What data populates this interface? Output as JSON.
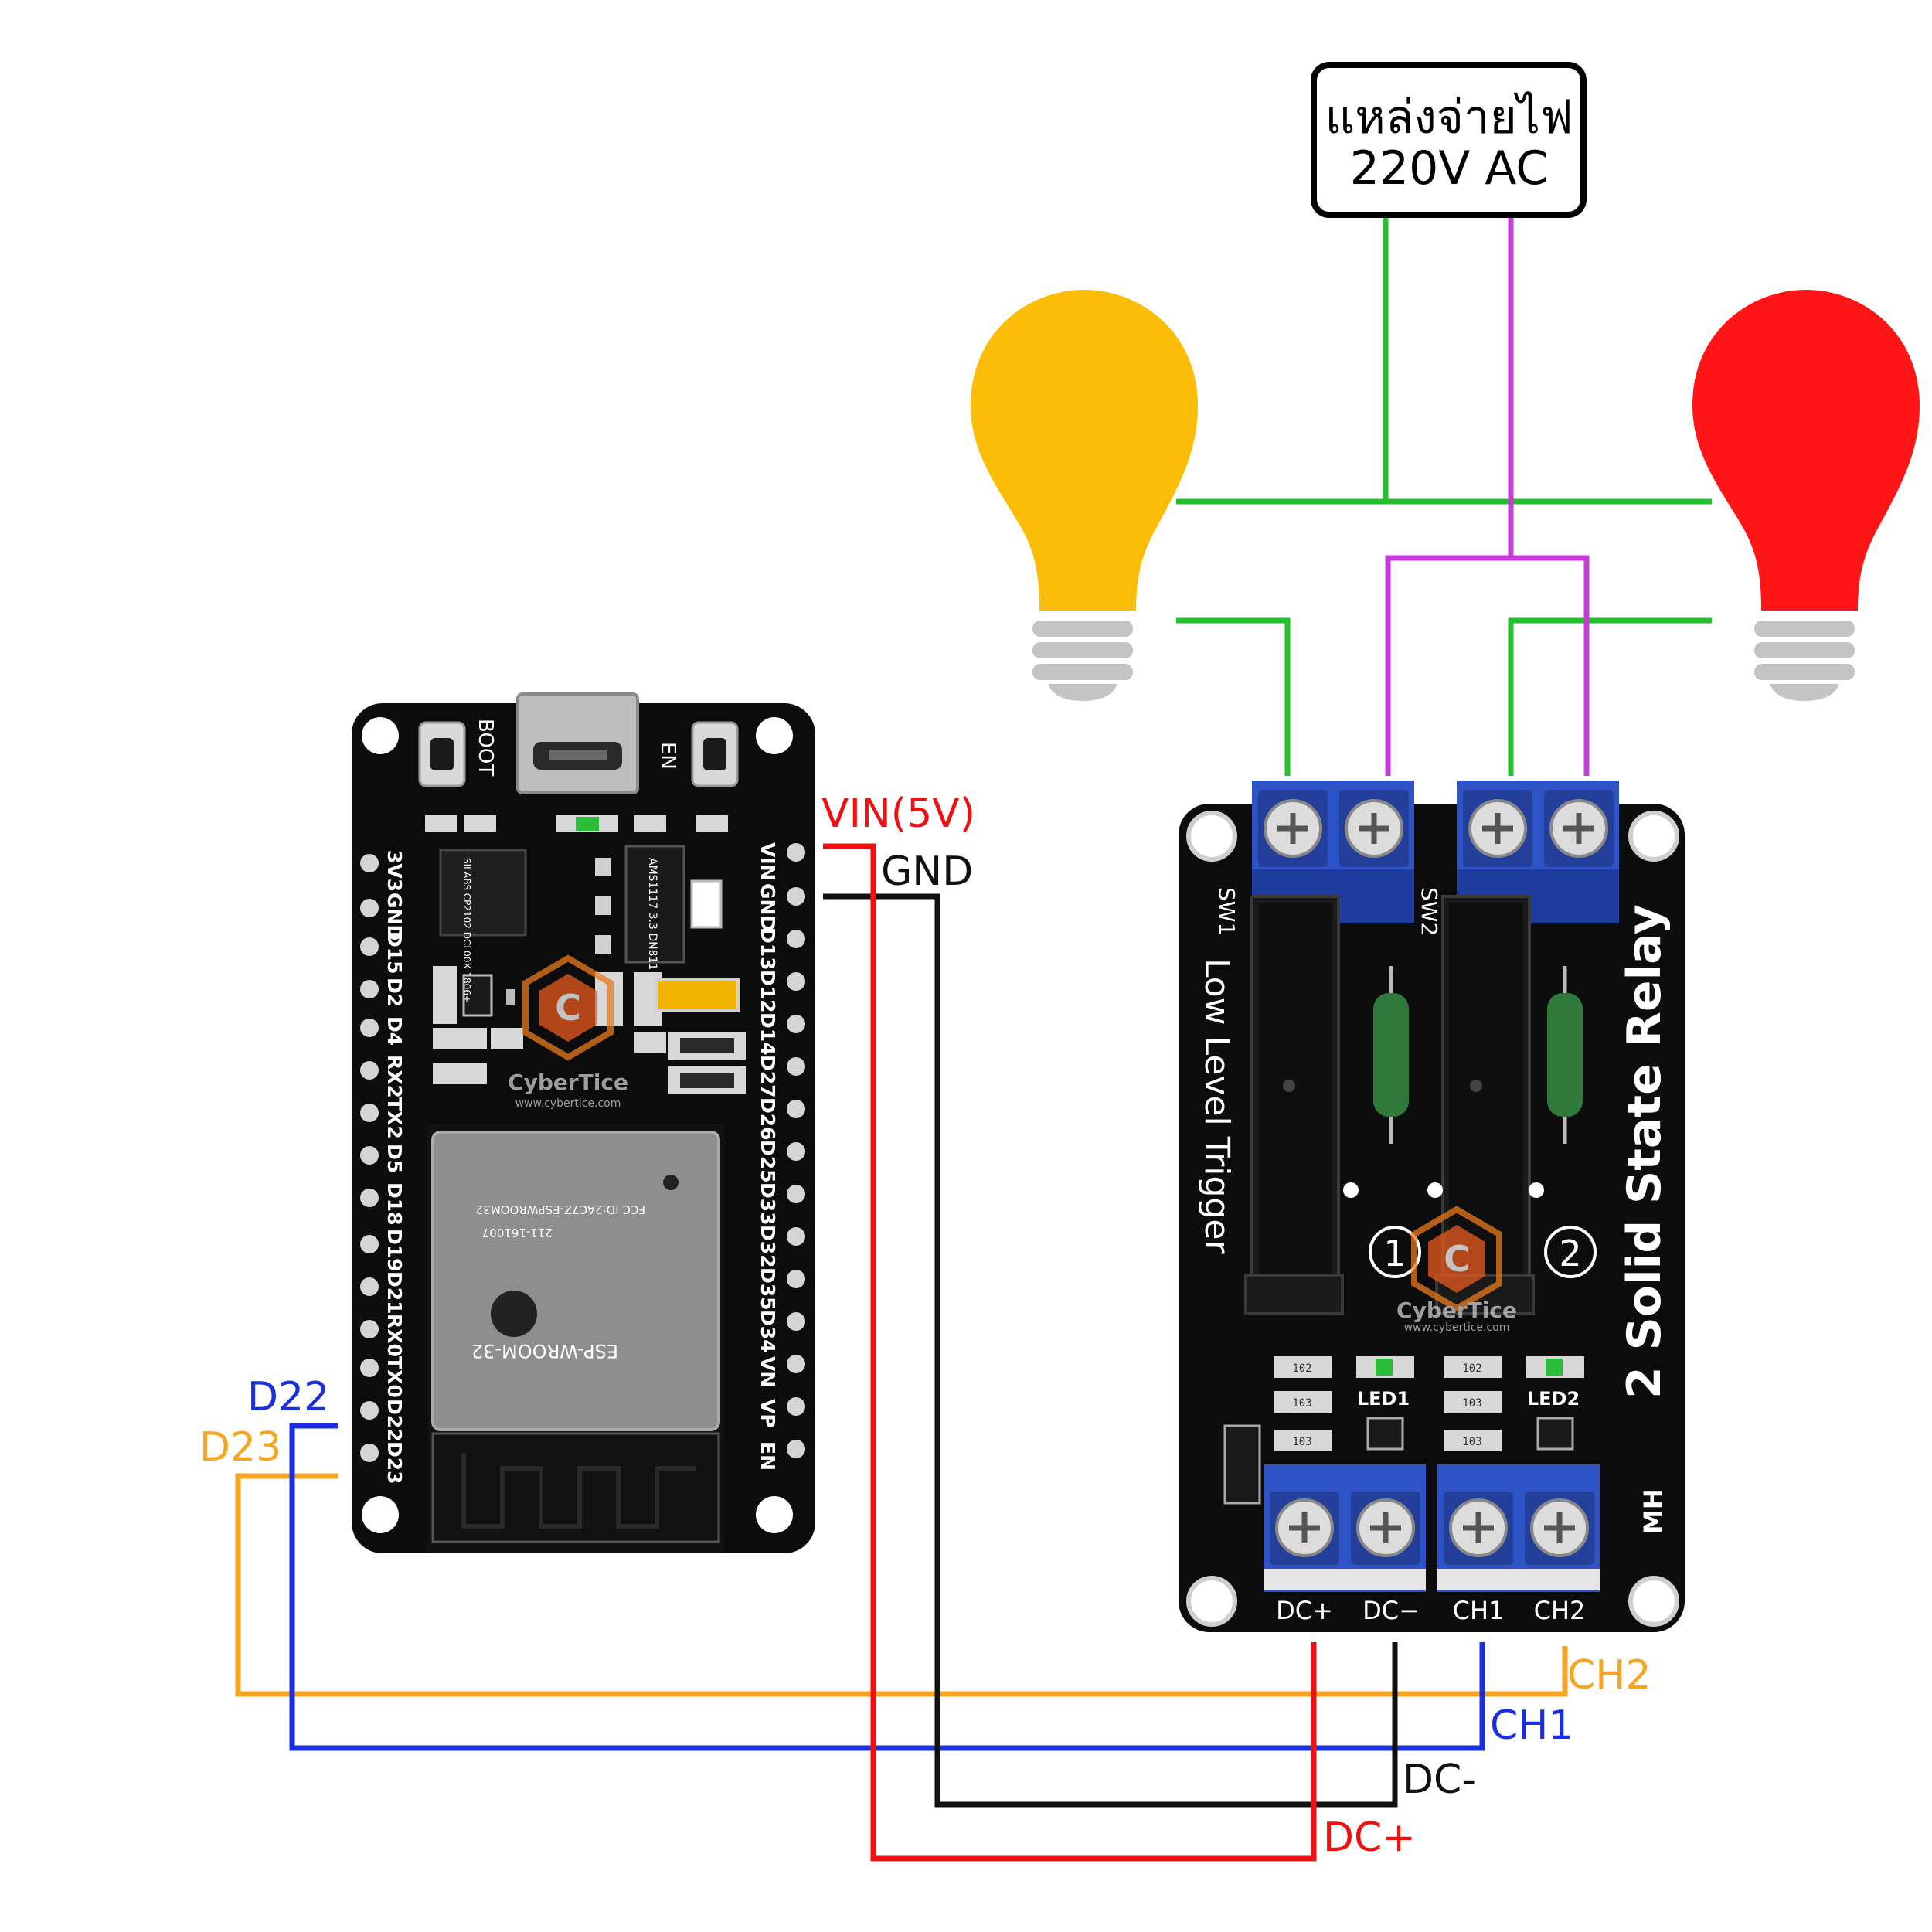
{
  "power_box": {
    "line1": "แหล่งจ่ายไฟ",
    "line2": "220V AC"
  },
  "esp32": {
    "boot_label": "BOOT",
    "en_label": "EN",
    "left_pins": [
      "3V3",
      "GND",
      "D15",
      "D2",
      "D4",
      "RX2",
      "TX2",
      "D5",
      "D18",
      "D19",
      "D21",
      "RX0",
      "TX0",
      "D22",
      "D23"
    ],
    "right_pins": [
      "VIN",
      "GND",
      "D13",
      "D12",
      "D14",
      "D27",
      "D26",
      "D25",
      "D33",
      "D32",
      "D35",
      "D34",
      "VN",
      "VP",
      "EN"
    ],
    "chip_text": "SILABS CP2102 DCL00X 1806+",
    "regulator_text": "AMS1117 3.3 DN811",
    "module_lines": [
      "ESP-WROOM-32",
      "FCC ID:2AC7Z-ESPWROOM32",
      "211-161007"
    ]
  },
  "relay": {
    "title": "2 Solid State Relay",
    "subtitle": "Low Level Trigger",
    "sw1": "SW1",
    "sw2": "SW2",
    "num1": "1",
    "num2": "2",
    "led1": "LED1",
    "led2": "LED2",
    "mh": "MH",
    "resistor_code": "103",
    "resistor_code2": "102",
    "bottom_terminals": [
      "DC+",
      "DC−",
      "CH1",
      "CH2"
    ]
  },
  "watermark": {
    "brand": "CyberTice",
    "url": "www.cybertice.com"
  },
  "wire_labels": {
    "vin": "VIN(5V)",
    "gnd": "GND",
    "d22": "D22",
    "d23": "D23",
    "ch2": "CH2",
    "ch1": "CH1",
    "dc_minus": "DC-",
    "dc_plus": "DC+"
  },
  "colors": {
    "green_wire": "#22c02a",
    "purple_wire": "#c43bd6",
    "red_wire": "#ee1111",
    "black_wire": "#111111",
    "blue_wire": "#1a2fe0",
    "orange_wire": "#f4a623",
    "yellow_bulb": "#fbbd08",
    "red_bulb": "#ff1515",
    "bulb_base": "#c4c4c4",
    "terminal_blue": "#2d53c7",
    "board_black": "#0c0c0c"
  }
}
